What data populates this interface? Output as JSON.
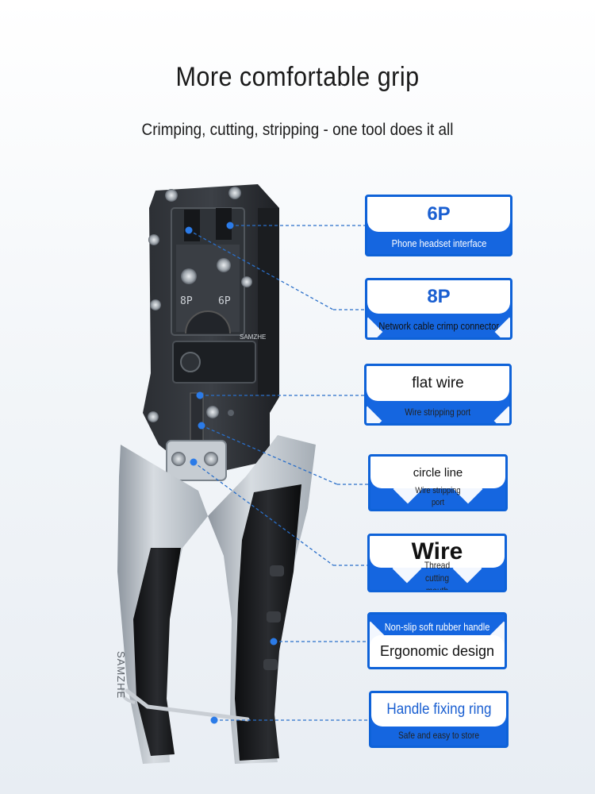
{
  "title": "More comfortable grip",
  "subtitle": "Crimping, cutting, stripping - one tool does it all",
  "brand": "SAMZHE",
  "die_labels": [
    "8P",
    "6P"
  ],
  "callouts": [
    {
      "title": "6P",
      "subtitle": "Phone headset interface"
    },
    {
      "title": "8P",
      "subtitle": "Network cable crimp connector"
    },
    {
      "title": "flat wire",
      "subtitle": "Wire stripping port"
    },
    {
      "title": "circle line",
      "subtitle": "Wire stripping port"
    },
    {
      "title": "Wire",
      "subtitle": "Thread cutting mouth"
    },
    {
      "title": "Ergonomic design",
      "subtitle": "Non-slip soft rubber handle"
    },
    {
      "title": "Handle fixing ring",
      "subtitle": "Safe and easy to store"
    }
  ],
  "colors": {
    "accent": "#1566e0",
    "dot": "#2b7be8",
    "line": "#2a6fc9"
  }
}
